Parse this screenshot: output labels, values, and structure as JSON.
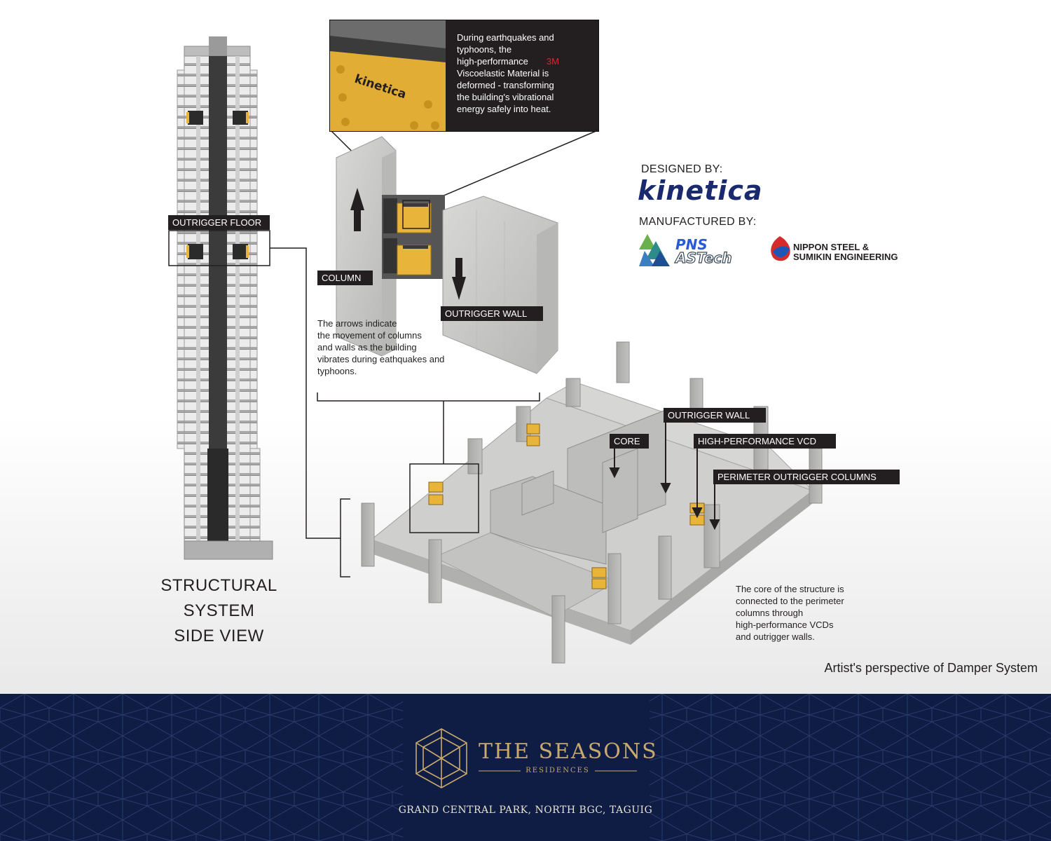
{
  "callout": {
    "line1": "During earthquakes and",
    "line2": "typhoons, the",
    "line3_pre": "high-performance",
    "line3_highlight": "3M",
    "line4": "Viscoelastic Material is",
    "line5": "deformed - transforming",
    "line6": "the building's vibrational",
    "line7": "energy safely into heat.",
    "highlight_color": "#d42a2a",
    "damper_brand_text": "kinetica"
  },
  "labels": {
    "outrigger_floor": "OUTRIGGER FLOOR",
    "column": "COLUMN",
    "outrigger_wall_detail": "OUTRIGGER WALL",
    "outrigger_wall": "OUTRIGGER WALL",
    "core": "CORE",
    "hp_vcd": "HIGH-PERFORMANCE VCD",
    "perimeter_columns": "PERIMETER OUTRIGGER COLUMNS"
  },
  "notes": {
    "arrows": [
      "The arrows indicate",
      "the movement of columns",
      "and walls as the building",
      "vibrates during eathquakes and",
      "typhoons."
    ],
    "core": [
      "The core of the structure is",
      "connected to the perimeter",
      "columns through",
      "high-performance VCDs",
      "and outrigger walls."
    ]
  },
  "side_view_title": {
    "line1": "STRUCTURAL SYSTEM",
    "line2": "SIDE VIEW"
  },
  "caption": "Artist's perspective of Damper System",
  "credits": {
    "designed_by": "DESIGNED BY:",
    "designer_logo": "kinetica",
    "manufactured_by": "MANUFACTURED BY:",
    "pns_line1": "PNS",
    "pns_line2": "ASTech",
    "nippon_line1": "NIPPON STEEL &",
    "nippon_line2": "SUMIKIN ENGINEERING"
  },
  "footer": {
    "brand_name": "THE SEASONS",
    "brand_sub": "RESIDENCES",
    "location": "GRAND CENTRAL PARK, NORTH BGC, TAGUIG",
    "bg_color": "#0f1d45",
    "gold_color": "#c9a96e"
  },
  "colors": {
    "label_bg": "#231f20",
    "damper_yellow": "#e8b43a",
    "concrete": "#c9c9c7"
  }
}
